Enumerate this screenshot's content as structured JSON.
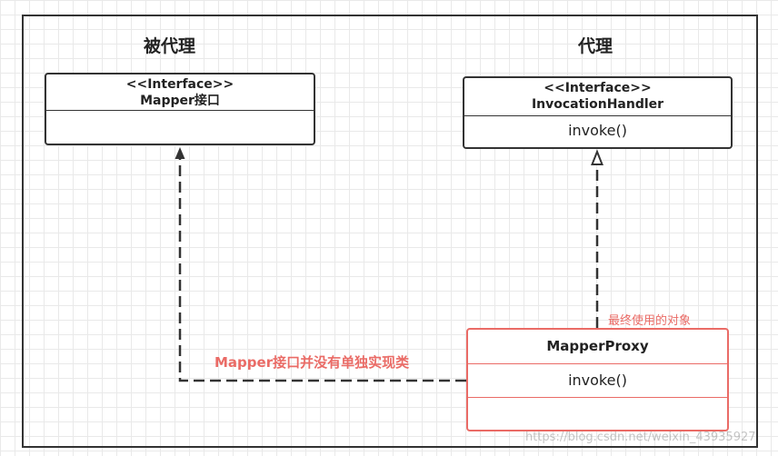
{
  "titles": {
    "proxied": "被代理",
    "proxy": "代理"
  },
  "mapper_interface": {
    "stereotype": "<<Interface>>",
    "name": "Mapper接口"
  },
  "invocation_handler": {
    "stereotype": "<<Interface>>",
    "name": "InvocationHandler",
    "method": "invoke()"
  },
  "mapper_proxy": {
    "name": "MapperProxy",
    "method": "invoke()"
  },
  "notes": {
    "no_impl": "Mapper接口并没有单独实现类",
    "final_object": "最终使用的对象"
  },
  "watermark": "https://blog.csdn.net/weixin_43935927",
  "colors": {
    "line": "#333333",
    "highlight": "#ea6b66"
  }
}
